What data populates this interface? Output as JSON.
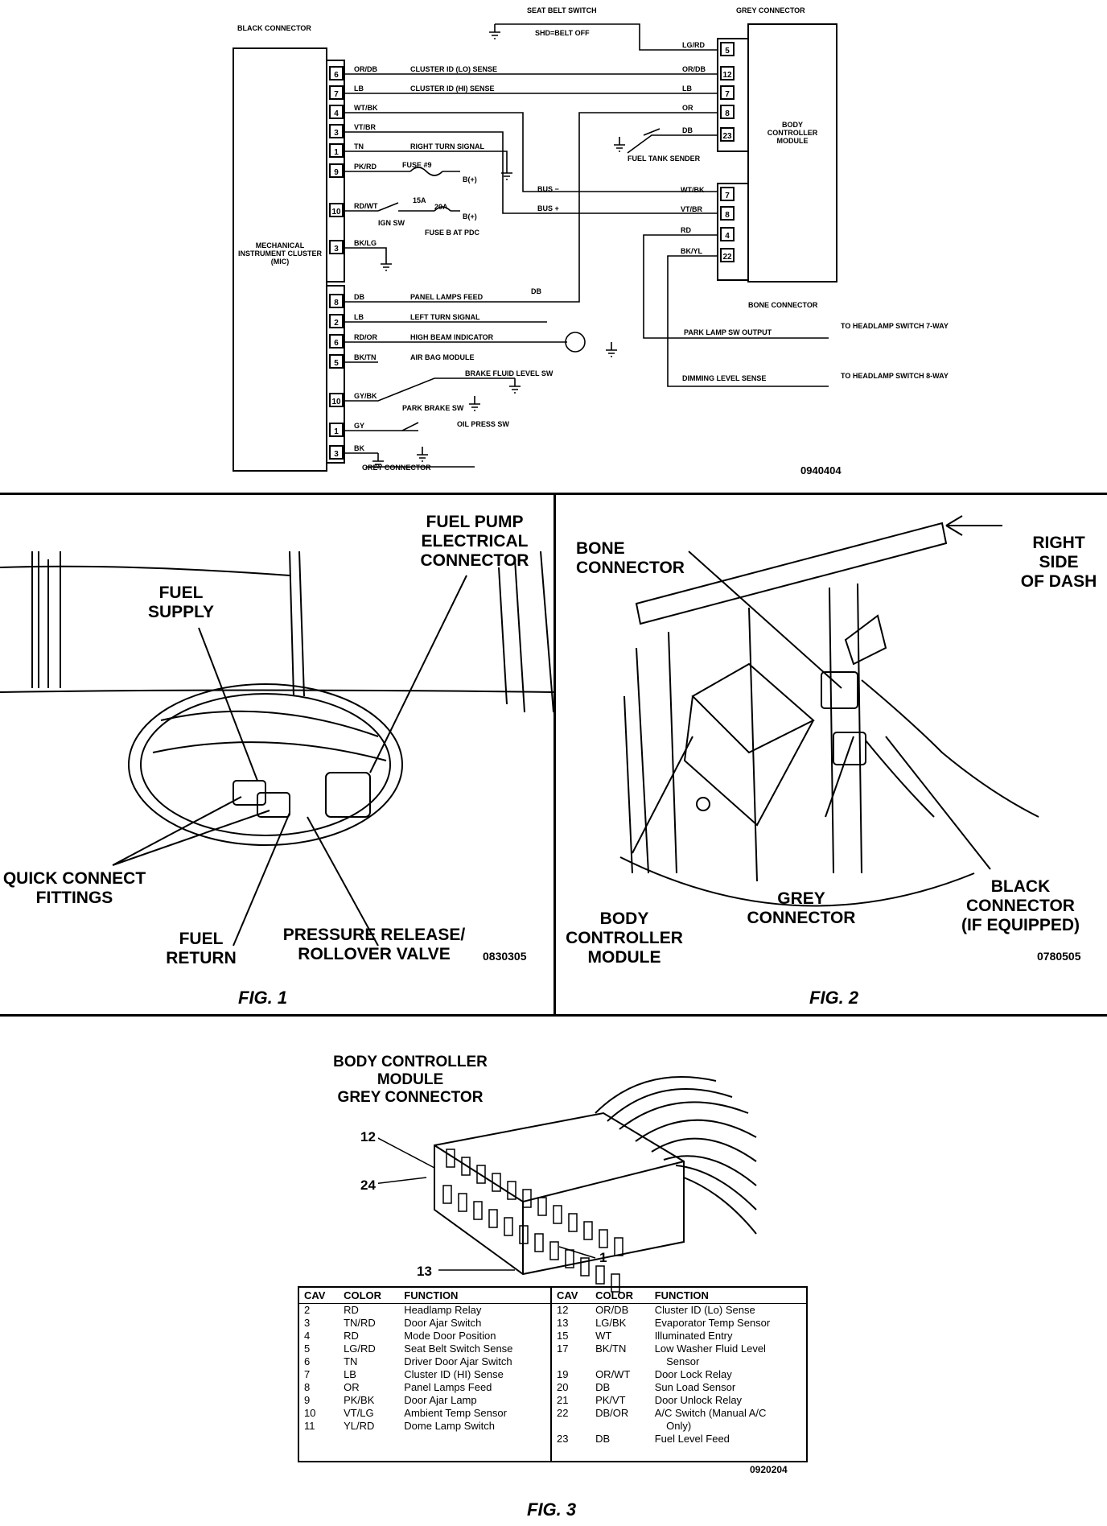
{
  "schematic": {
    "black_connector": "BLACK CONNECTOR",
    "grey_connector_top": "GREY CONNECTOR",
    "bone_connector": "BONE CONNECTOR",
    "grey_connector_bottom": "GREY CONNECTOR",
    "mic_label": "MECHANICAL INSTRUMENT CLUSTER (MIC)",
    "bcm_label": "BODY CONTROLLER MODULE",
    "seat_belt_switch": "SEAT BELT SWITCH",
    "seat_belt_note": "SHD=BELT OFF",
    "fuel_tank_sender": "FUEL TANK SENDER",
    "bus_minus": "BUS −",
    "bus_plus": "BUS +",
    "fuse9": "FUSE #9",
    "fuse9_amp": "15A",
    "fuse_b_amp": "20A",
    "fuse_b": "FUSE B AT PDC",
    "ign_sw": "IGN SW",
    "battery_plus": "B(+)",
    "park_lamp": "PARK LAMP SW OUTPUT",
    "dimming": "DIMMING LEVEL SENSE",
    "to_headlamp_7": "TO HEADLAMP SWITCH 7-WAY",
    "to_headlamp_8": "TO HEADLAMP SWITCH 8-WAY",
    "brake_fluid": "BRAKE FLUID LEVEL SW",
    "park_brake": "PARK BRAKE SW",
    "oil_press": "OIL PRESS SW",
    "code": "0940404",
    "left_pins_top": [
      {
        "pin": "6",
        "color": "OR/DB",
        "desc": "CLUSTER ID (LO) SENSE"
      },
      {
        "pin": "7",
        "color": "LB",
        "desc": "CLUSTER ID (HI) SENSE"
      },
      {
        "pin": "4",
        "color": "WT/BK",
        "desc": ""
      },
      {
        "pin": "3",
        "color": "VT/BR",
        "desc": ""
      },
      {
        "pin": "1",
        "color": "TN",
        "desc": "RIGHT TURN SIGNAL"
      },
      {
        "pin": "9",
        "color": "PK/RD",
        "desc": ""
      },
      {
        "pin": "10",
        "color": "RD/WT",
        "desc": ""
      },
      {
        "pin": "3",
        "color": "BK/LG",
        "desc": ""
      }
    ],
    "left_pins_bottom": [
      {
        "pin": "8",
        "color": "DB",
        "desc": "PANEL LAMPS FEED"
      },
      {
        "pin": "2",
        "color": "LB",
        "desc": "LEFT TURN SIGNAL"
      },
      {
        "pin": "6",
        "color": "RD/OR",
        "desc": "HIGH BEAM INDICATOR"
      },
      {
        "pin": "5",
        "color": "BK/TN",
        "desc": "AIR BAG MODULE"
      },
      {
        "pin": "10",
        "color": "GY/BK",
        "desc": ""
      },
      {
        "pin": "1",
        "color": "GY",
        "desc": ""
      },
      {
        "pin": "3",
        "color": "BK",
        "desc": ""
      }
    ],
    "right_pins_top": [
      {
        "pin": "5",
        "color": "LG/RD"
      },
      {
        "pin": "12",
        "color": "OR/DB"
      },
      {
        "pin": "7",
        "color": "LB"
      },
      {
        "pin": "8",
        "color": "OR"
      },
      {
        "pin": "23",
        "color": "DB"
      }
    ],
    "right_pins_bottom": [
      {
        "pin": "7",
        "color": "WT/BK"
      },
      {
        "pin": "8",
        "color": "VT/BR"
      },
      {
        "pin": "4",
        "color": "RD"
      },
      {
        "pin": "22",
        "color": "BK/YL"
      }
    ],
    "panel_db": "DB"
  },
  "fig1": {
    "caption": "FIG. 1",
    "labels": {
      "fuel_pump": "FUEL PUMP\nELECTRICAL\nCONNECTOR",
      "fuel_supply": "FUEL\nSUPPLY",
      "quick_connect": "QUICK CONNECT\nFITTINGS",
      "fuel_return": "FUEL\nRETURN",
      "pressure_release": "PRESSURE RELEASE/\nROLLOVER VALVE"
    },
    "code": "0830305"
  },
  "fig2": {
    "caption": "FIG. 2",
    "labels": {
      "bone_connector": "BONE CONNECTOR",
      "right_side": "RIGHT\nSIDE\nOF DASH",
      "body_controller": "BODY\nCONTROLLER\nMODULE",
      "grey_connector": "GREY\nCONNECTOR",
      "black_connector": "BLACK\nCONNECTOR\n(IF EQUIPPED)"
    },
    "code": "0780505"
  },
  "fig3": {
    "caption": "FIG. 3",
    "title": "BODY CONTROLLER\nMODULE\nGREY CONNECTOR",
    "pin_labels": {
      "p12": "12",
      "p24": "24",
      "p13": "13",
      "p1": "1"
    },
    "table_headers": [
      "CAV",
      "COLOR",
      "FUNCTION",
      "CAV",
      "COLOR",
      "FUNCTION"
    ],
    "left_rows": [
      [
        "2",
        "RD",
        "Headlamp Relay"
      ],
      [
        "3",
        "TN/RD",
        "Door Ajar Switch"
      ],
      [
        "4",
        "RD",
        "Mode Door Position"
      ],
      [
        "5",
        "LG/RD",
        "Seat Belt Switch Sense"
      ],
      [
        "6",
        "TN",
        "Driver Door Ajar Switch"
      ],
      [
        "7",
        "LB",
        "Cluster ID (HI) Sense"
      ],
      [
        "8",
        "OR",
        "Panel Lamps Feed"
      ],
      [
        "9",
        "PK/BK",
        "Door Ajar Lamp"
      ],
      [
        "10",
        "VT/LG",
        "Ambient Temp Sensor"
      ],
      [
        "11",
        "YL/RD",
        "Dome Lamp Switch"
      ]
    ],
    "right_rows": [
      [
        "12",
        "OR/DB",
        "Cluster ID (Lo) Sense"
      ],
      [
        "13",
        "LG/BK",
        "Evaporator Temp Sensor"
      ],
      [
        "15",
        "WT",
        "Illuminated Entry"
      ],
      [
        "17",
        "BK/TN",
        "Low Washer Fluid Level\n    Sensor"
      ],
      [
        "19",
        "OR/WT",
        "Door Lock Relay"
      ],
      [
        "20",
        "DB",
        "Sun Load Sensor"
      ],
      [
        "21",
        "PK/VT",
        "Door Unlock Relay"
      ],
      [
        "22",
        "DB/OR",
        "A/C Switch (Manual A/C\n    Only)"
      ],
      [
        "23",
        "DB",
        "Fuel Level Feed"
      ]
    ],
    "code": "0920204"
  }
}
